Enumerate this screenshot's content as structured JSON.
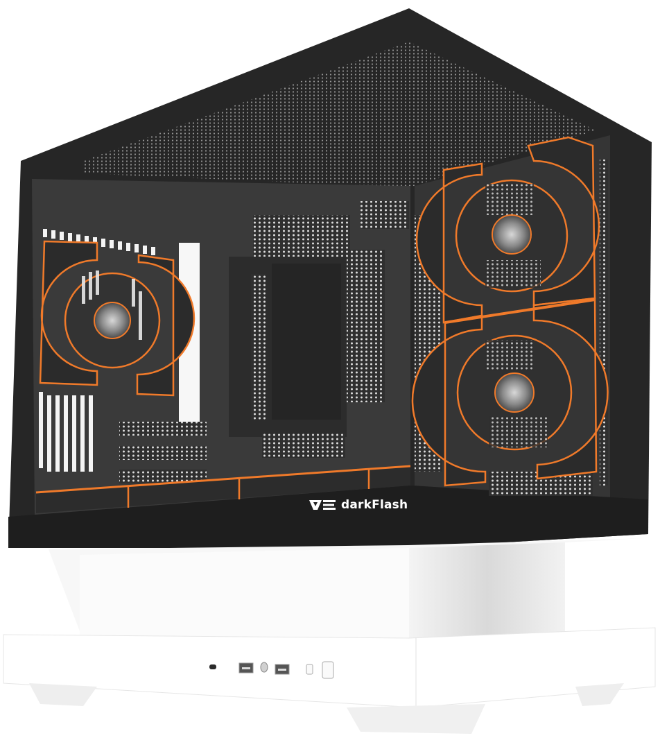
{
  "product": {
    "brand_name": "darkFlash",
    "logo_glyph": "DF",
    "colors": {
      "case_frame": "#2a2a2a",
      "glass_interior": "#3b3b3b",
      "accent_orange": "#f07a2a",
      "base": "#ffffff",
      "fan_hub": "#9a9a9a"
    }
  },
  "front_io": {
    "ports": [
      {
        "name": "usb-c-port"
      },
      {
        "name": "usb-a-port-1"
      },
      {
        "name": "audio-jack"
      },
      {
        "name": "usb-a-port-2"
      },
      {
        "name": "reset-button"
      },
      {
        "name": "power-button"
      }
    ]
  }
}
